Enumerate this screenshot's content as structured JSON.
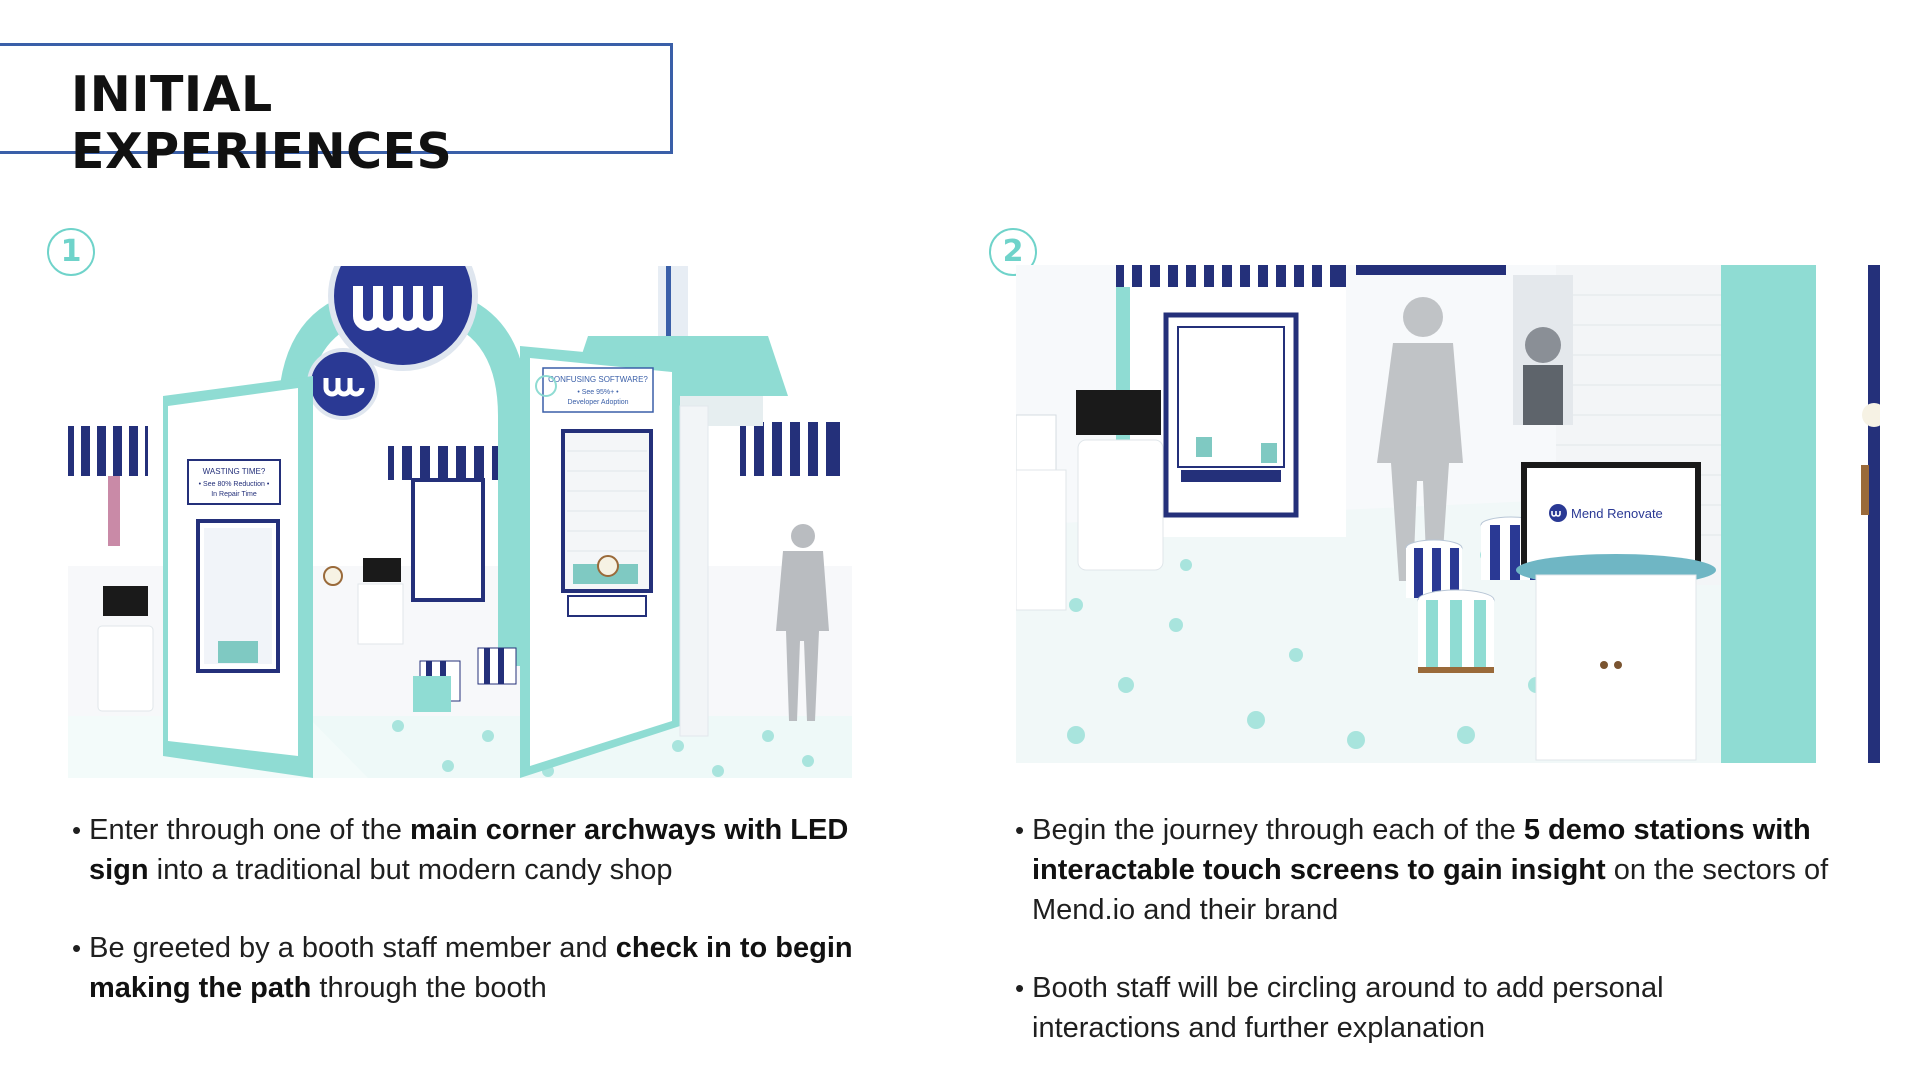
{
  "title": "INITIAL EXPERIENCES",
  "colors": {
    "accent": "#3a5fa8",
    "teal": "#8fdcd3",
    "navy": "#24307a"
  },
  "panels": [
    {
      "number": "1",
      "image": {
        "logo_icon": "mend-wave-icon",
        "sign_left": [
          "WASTING TIME?",
          "• See 80% Reduction •",
          "In Repair Time"
        ],
        "sign_right": [
          "CONFUSING SOFTWARE?",
          "• See 95%+ •",
          "Developer Adoption"
        ]
      },
      "bullets": [
        [
          {
            "t": "Enter through one of the ",
            "b": false
          },
          {
            "t": "main corner archways with LED",
            "b": true
          },
          {
            "t": "sign",
            "b": true
          },
          {
            "t": " into a traditional but modern candy shop",
            "b": false
          }
        ],
        [
          {
            "t": "Be greeted by a booth staff member and ",
            "b": false
          },
          {
            "t": "check in to begin",
            "b": true
          },
          {
            "t": "making the path",
            "b": true
          },
          {
            "t": " through the booth",
            "b": false
          }
        ]
      ]
    },
    {
      "number": "2",
      "image": {
        "screen_brand": "Mend Renovate",
        "screen_logo_icon": "mend-wave-icon"
      },
      "bullets": [
        [
          {
            "t": "Begin the journey through each of the ",
            "b": false
          },
          {
            "t": "5 demo stations with",
            "b": true
          },
          {
            "t": "interactable touch screens to gain insight",
            "b": true
          },
          {
            "t": " on the sectors of",
            "b": false
          },
          {
            "t": "Mend.io and their brand",
            "b": false
          }
        ],
        [
          {
            "t": "Booth staff will be circling around to add personal",
            "b": false
          },
          {
            "t": "interactions and further explanation",
            "b": false
          }
        ]
      ]
    }
  ]
}
